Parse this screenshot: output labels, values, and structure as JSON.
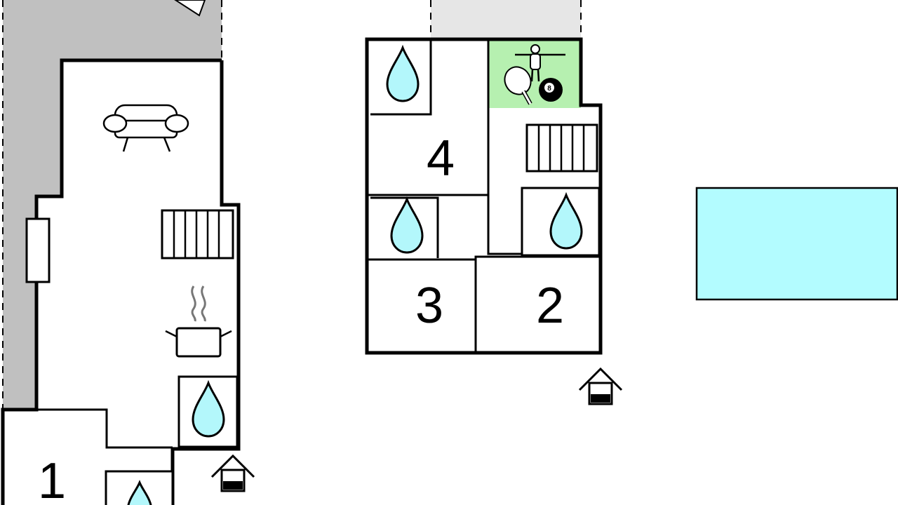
{
  "colors": {
    "background": "#ffffff",
    "terrace": "#c0c0c0",
    "path": "#e6e6e6",
    "water": "#b3f7fb",
    "games_room": "#b6f0b0",
    "pool": "#b3fcff",
    "wall": "#000000"
  },
  "rooms": [
    {
      "id": "bedroom-1",
      "label": "1"
    },
    {
      "id": "bedroom-2",
      "label": "2"
    },
    {
      "id": "bedroom-3",
      "label": "3"
    },
    {
      "id": "bedroom-4",
      "label": "4"
    }
  ],
  "icons": {
    "sofa": "sofa-icon",
    "kitchen": "cooking-pot-icon",
    "stairs": "staircase-icon",
    "bathroom": "water-drop-icon",
    "entrance": "entrance-house-icon",
    "games": "games-room-icon",
    "billiard_ball_number": "8",
    "pool": "swimming-pool"
  }
}
